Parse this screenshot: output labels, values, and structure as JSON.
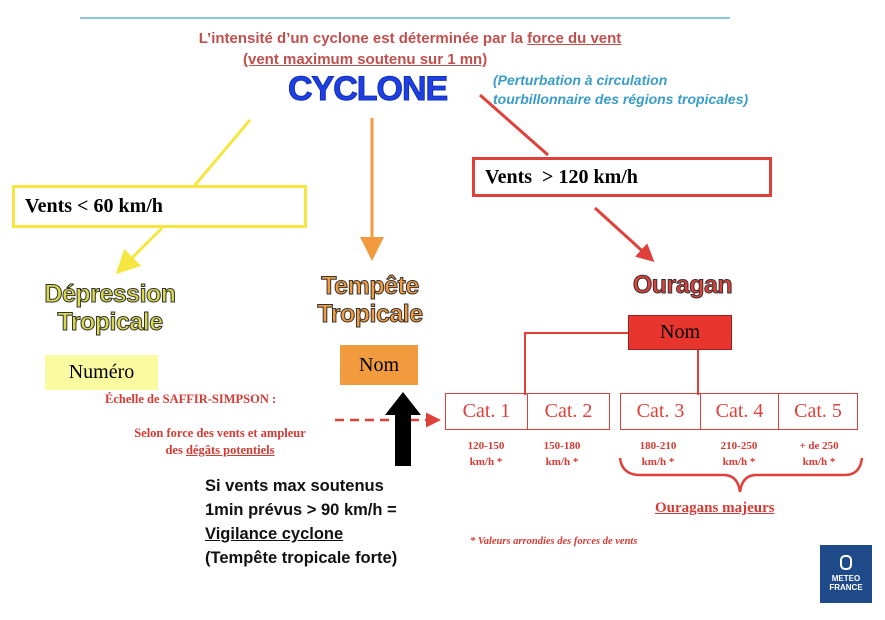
{
  "title": {
    "line1_prefix": "L’intensité d’un cyclone est déterminée par la ",
    "line1_underlined": "force du vent",
    "line2": "(vent maximum soutenu sur 1 mn)"
  },
  "cyclone": {
    "label": "CYCLONE",
    "definition_line1": "(Perturbation à circulation",
    "definition_line2": "tourbillonnaire des régions tropicales)"
  },
  "boxes": {
    "low": "Vents < 60 km/h",
    "high": "Vents  > 120 km/h"
  },
  "categories": {
    "depression": {
      "line1": "Dépression",
      "line2": "Tropicale",
      "tag": "Numéro"
    },
    "tempete": {
      "line1": "Tempête",
      "line2": "Tropicale",
      "tag": "Nom"
    },
    "ouragan": {
      "line1": "Ouragan",
      "tag": "Nom"
    }
  },
  "scale": {
    "title": "Échelle de SAFFIR-SIMPSON :",
    "desc_line1": "Selon force des vents et ampleur",
    "desc_prefix": "des ",
    "desc_underlined": "dégâts potentiels"
  },
  "cats": [
    {
      "label": "Cat. 1",
      "range": "120-150",
      "unit": "km/h *"
    },
    {
      "label": "Cat. 2",
      "range": "150-180",
      "unit": "km/h *"
    },
    {
      "label": "Cat. 3",
      "range": "180-210",
      "unit": "km/h *"
    },
    {
      "label": "Cat. 4",
      "range": "210-250",
      "unit": "km/h *"
    },
    {
      "label": "Cat. 5",
      "range": "+ de 250",
      "unit": "km/h *"
    }
  ],
  "majeurs": "Ouragans majeurs",
  "vigilance": {
    "line1": "Si vents max soutenus",
    "line2": "1min prévus > 90 km/h =",
    "line3": "Vigilance cyclone",
    "line4": "(Tempête tropicale forte)"
  },
  "footnote": "* Valeurs arrondies des forces de vents",
  "logo": {
    "line1": "METEO",
    "line2": "FRANCE"
  },
  "colors": {
    "red": "#e0403a",
    "yellow": "#f5e642",
    "orange": "#f29a3e",
    "blue": "#1f3fe0",
    "logo": "#1e4a8a"
  }
}
